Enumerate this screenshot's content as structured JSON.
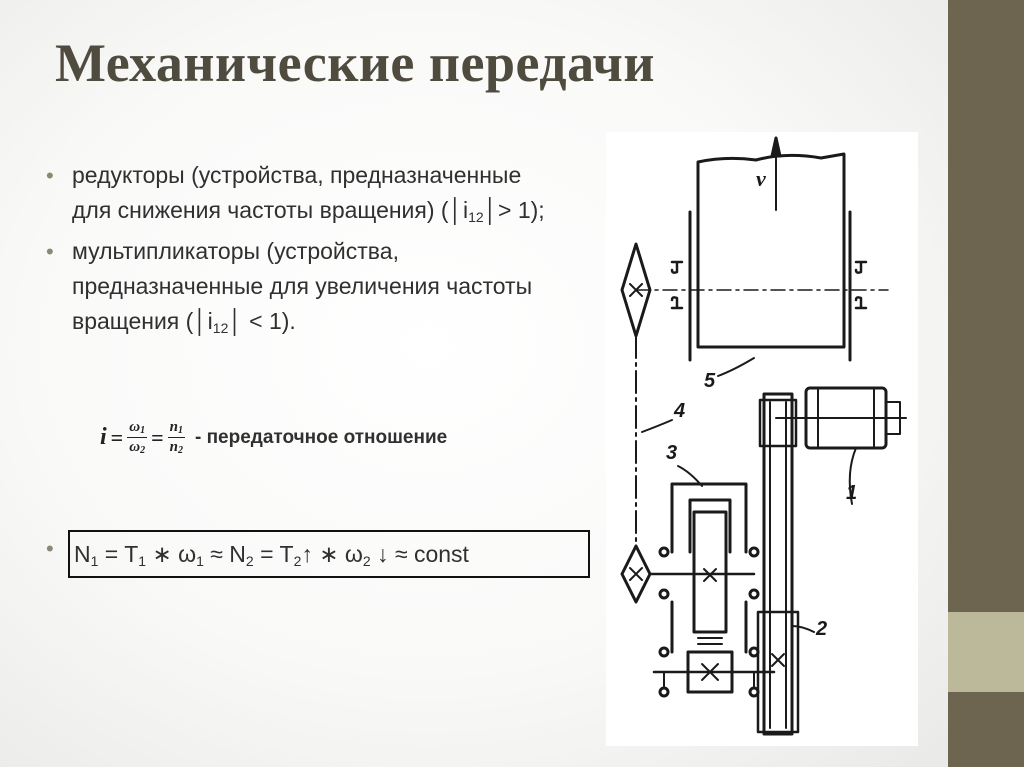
{
  "slide": {
    "title": "Механические передачи",
    "bullets": [
      {
        "text_before": "редукторы (устройства, предназначенные для снижения частоты вращения) (│i",
        "sub": "12",
        "text_after": "│> 1);"
      },
      {
        "text_before": "мультипликаторы (устройства, предназначенные для увеличения частоты вращения  (│i",
        "sub": "12",
        "text_after": "│ < 1)."
      }
    ],
    "formula": {
      "lhs": "i",
      "frac1_num": "ω",
      "frac1_num_sub": "1",
      "frac1_den": "ω",
      "frac1_den_sub": "2",
      "frac2_num": "n",
      "frac2_num_sub": "1",
      "frac2_den": "n",
      "frac2_den_sub": "2",
      "description": "- передаточное отношение"
    },
    "power_relation": {
      "parts": [
        "N",
        "1",
        " = T",
        "1",
        " ∗ ω",
        "1",
        " ≈ N",
        "2",
        " = T",
        "2",
        "↑ ∗ ω",
        "2",
        " ↓ ≈ const"
      ]
    },
    "bullet_glyph": "•",
    "diagram_labels": {
      "velocity": "v",
      "motor": "1",
      "belt": "2",
      "reducer": "3",
      "chain": "4",
      "drum": "5"
    },
    "colors": {
      "title": "#4f4b3e",
      "stripe_dark": "#6d6550",
      "stripe_light": "#bcb89a",
      "text": "#303030"
    }
  }
}
